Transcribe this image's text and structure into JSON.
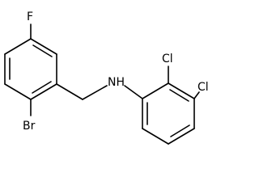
{
  "molecule": {
    "atoms": {
      "fluorine": "F",
      "bromine": "Br",
      "amine": "NH",
      "chlorine_upper": "Cl",
      "chlorine_right": "Cl"
    }
  },
  "colors": {
    "background": "#ffffff",
    "ink": "#000000"
  }
}
